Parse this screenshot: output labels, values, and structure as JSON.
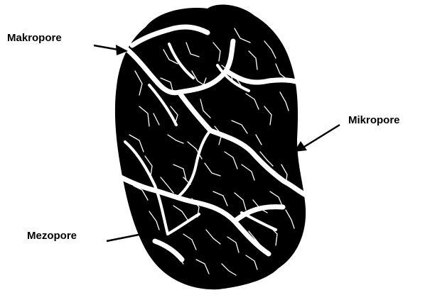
{
  "labels": {
    "makropore": "Makropore",
    "mikropore": "Mikropore",
    "mezopore": "Mezopore"
  },
  "colors": {
    "aggregate": "#000000",
    "pores": "#ffffff",
    "background": "#ffffff"
  }
}
